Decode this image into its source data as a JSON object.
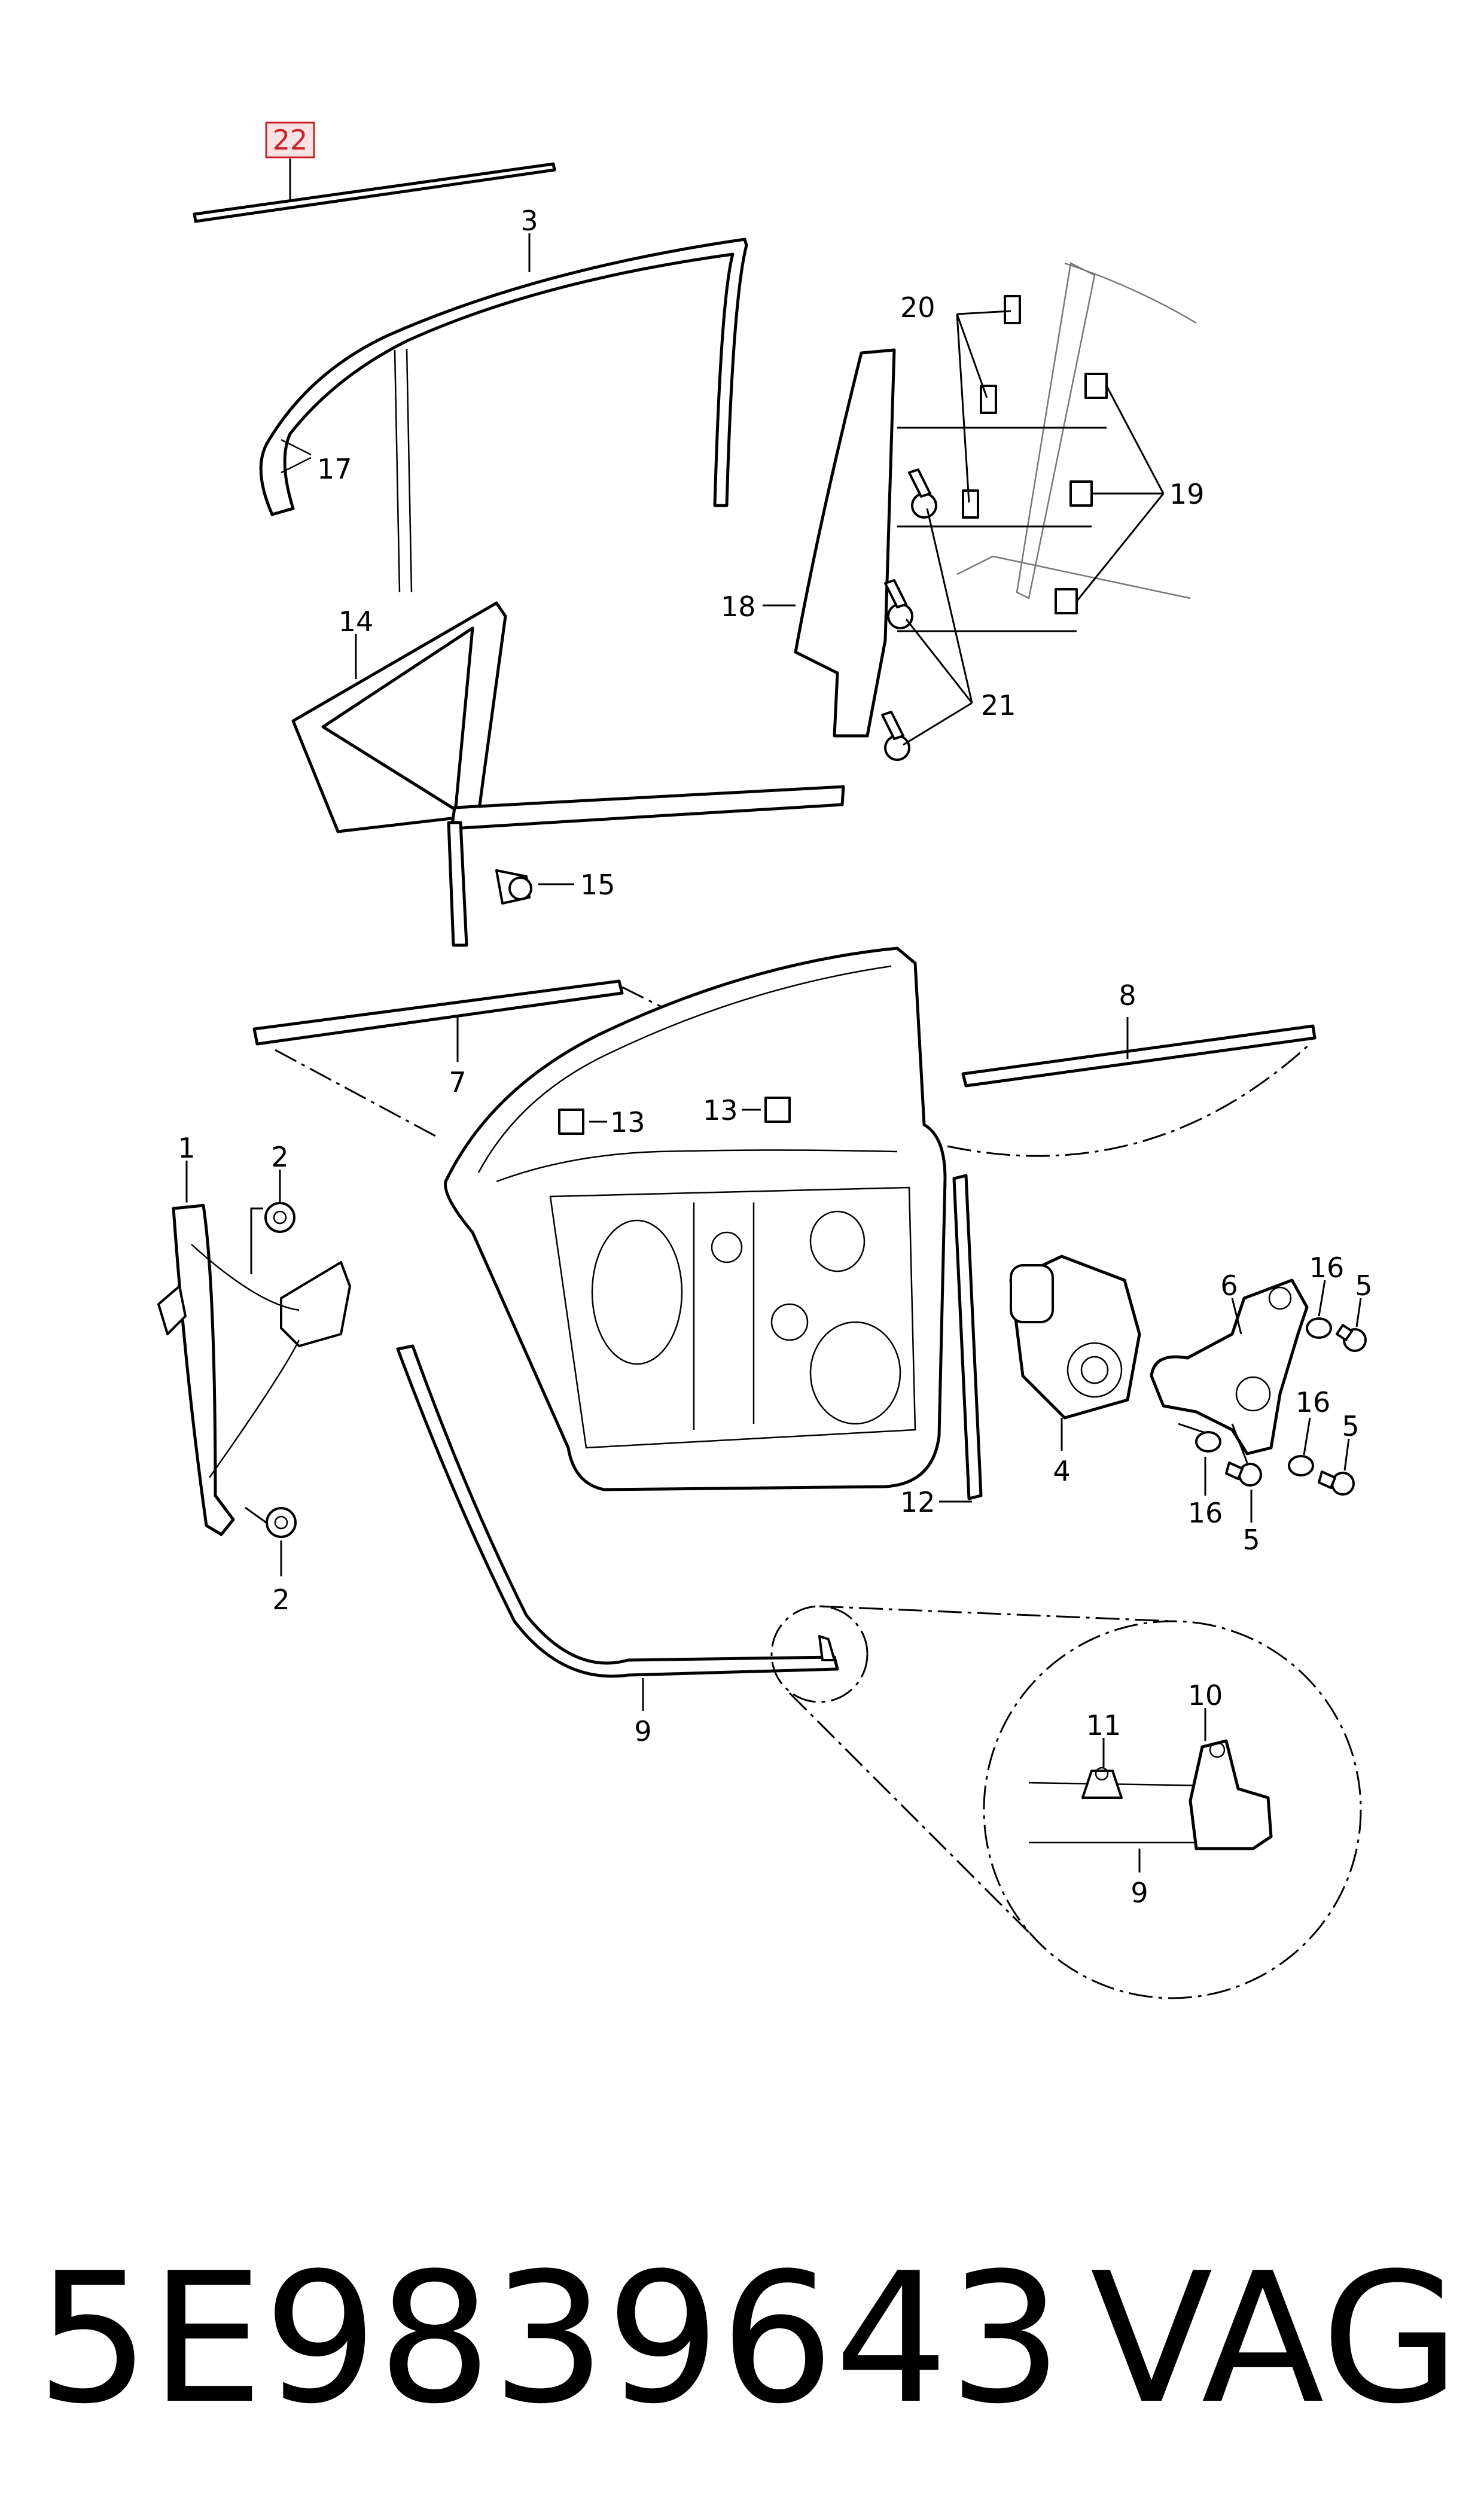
{
  "labels": {
    "l1": "1",
    "l2a": "2",
    "l2b": "2",
    "l3": "3",
    "l4": "4",
    "l5a": "5",
    "l5b": "5",
    "l5c": "5",
    "l6": "6",
    "l7": "7",
    "l8": "8",
    "l9a": "9",
    "l9b": "9",
    "l10": "10",
    "l11": "11",
    "l12": "12",
    "l13a": "13",
    "l13b": "13",
    "l14": "14",
    "l15": "15",
    "l16a": "16",
    "l16b": "16",
    "l16c": "16",
    "l17": "17",
    "l18": "18",
    "l19": "19",
    "l20": "20",
    "l21": "21",
    "l22": "22"
  },
  "footer": {
    "part_number": "5E9839643",
    "brand": "VAG"
  },
  "colors": {
    "callout": "#c8232c",
    "callout_bg": "#fbe3e4",
    "line": "#000000"
  }
}
